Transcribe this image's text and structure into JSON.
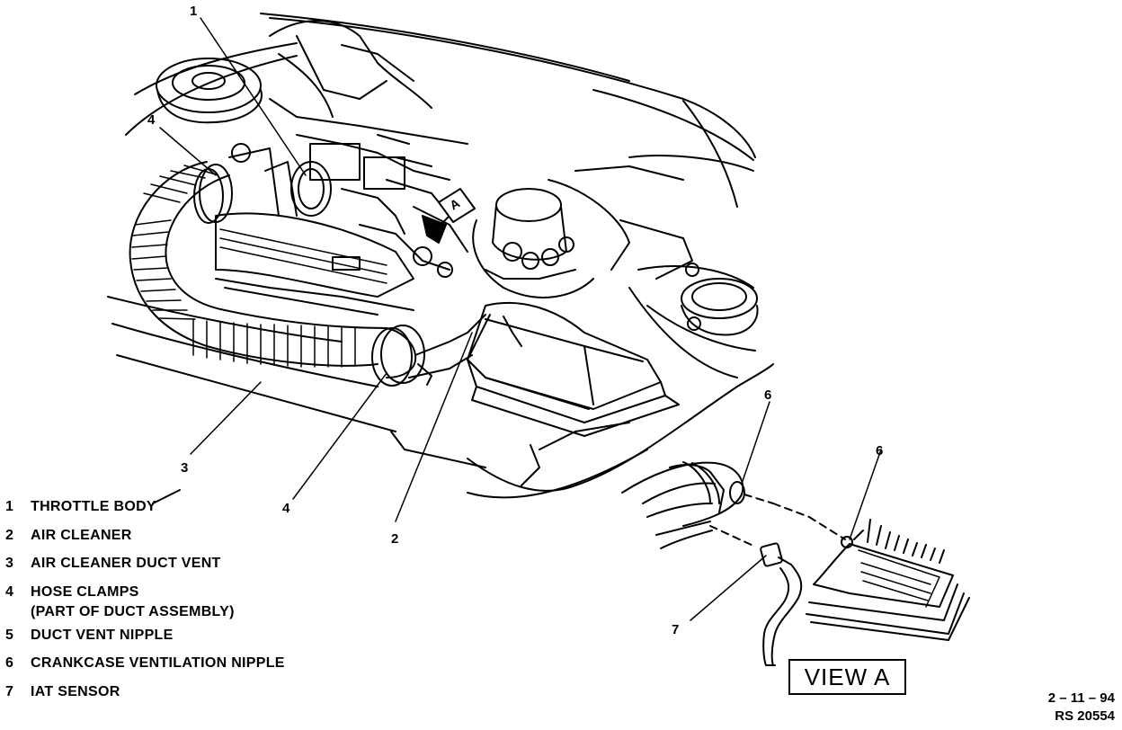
{
  "legend": [
    {
      "num": "1",
      "text": "THROTTLE BODY"
    },
    {
      "num": "2",
      "text": "AIR CLEANER"
    },
    {
      "num": "3",
      "text": "AIR CLEANER DUCT VENT"
    },
    {
      "num": "4",
      "text": "HOSE CLAMPS",
      "text2": "(PART OF DUCT ASSEMBLY)"
    },
    {
      "num": "5",
      "text": "DUCT VENT NIPPLE"
    },
    {
      "num": "6",
      "text": "CRANKCASE VENTILATION NIPPLE"
    },
    {
      "num": "7",
      "text": "IAT SENSOR"
    }
  ],
  "callouts": {
    "c1": "1",
    "c4_top": "4",
    "c3": "3",
    "c4_bottom": "4",
    "c2": "2",
    "c6_left": "6",
    "c6_right": "6",
    "c7": "7",
    "view_tag": "A"
  },
  "view_label": "VIEW A",
  "stamp": {
    "date": "2 – 11 – 94",
    "ref": "RS 20554"
  }
}
